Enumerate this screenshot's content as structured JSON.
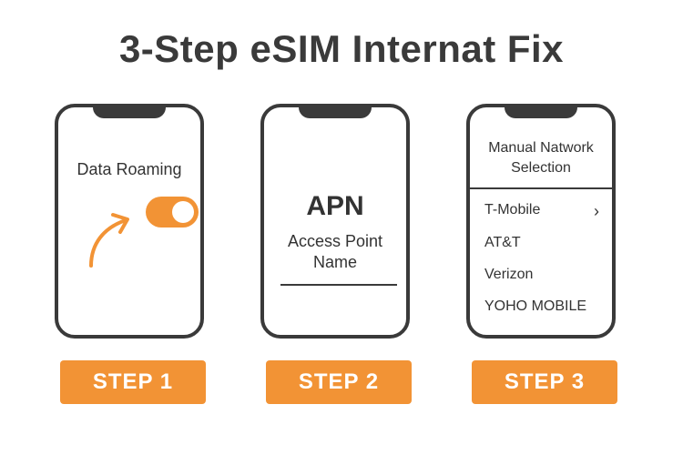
{
  "title": "3-Step eSIM Internat Fix",
  "accent_color": "#f29335",
  "outline_color": "#3a3a3a",
  "step1": {
    "label": "Data Roaming",
    "toggle_on": true,
    "button": "STEP 1"
  },
  "step2": {
    "heading": "APN",
    "subtitle_line1": "Access Point",
    "subtitle_line2": "Name",
    "button": "STEP 2"
  },
  "step3": {
    "heading_line1": "Manual Natwork",
    "heading_line2": "Selection",
    "carriers": [
      "T-Mobile",
      "AT&T",
      "Verizon",
      "YOHO MOBILE"
    ],
    "chevron": "›",
    "button": "STEP 3"
  }
}
